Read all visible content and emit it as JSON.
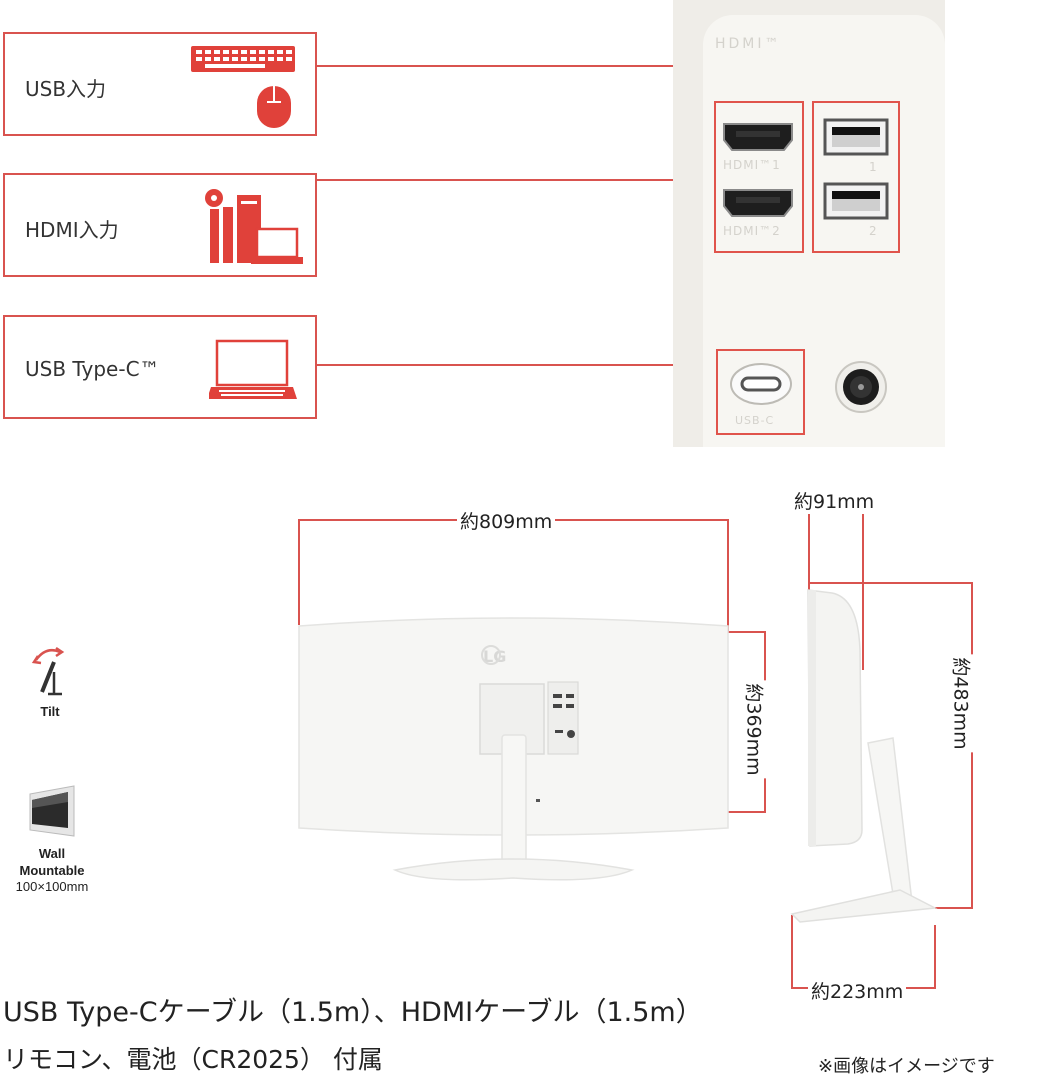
{
  "inputs": {
    "usb": "USB入力",
    "hdmi": "HDMI入力",
    "usbc": "USB Type-C™"
  },
  "port_panel": {
    "brand_mark": "HDMI™",
    "hdmi1": "HDMI™1",
    "hdmi2": "HDMI™2",
    "usb1": "1",
    "usb2": "2",
    "usbc": "USB-C"
  },
  "dimensions": {
    "width": "約809mm",
    "height": "約369mm",
    "depth_top": "約91mm",
    "total_height": "約483mm",
    "stand_depth": "約223mm"
  },
  "features": {
    "tilt": "Tilt",
    "wall": "Wall\nMountable",
    "wall_size": "100×100mm"
  },
  "monitor_logo": "LG",
  "bottom": {
    "line1": "USB Type-Cケーブル（1.5m）、HDMIケーブル（1.5m）",
    "line2": "リモコン、電池（CR2025） 付属",
    "note": "※画像はイメージです"
  },
  "colors": {
    "accent": "#d9534f",
    "panel": "#f7f6f2"
  }
}
